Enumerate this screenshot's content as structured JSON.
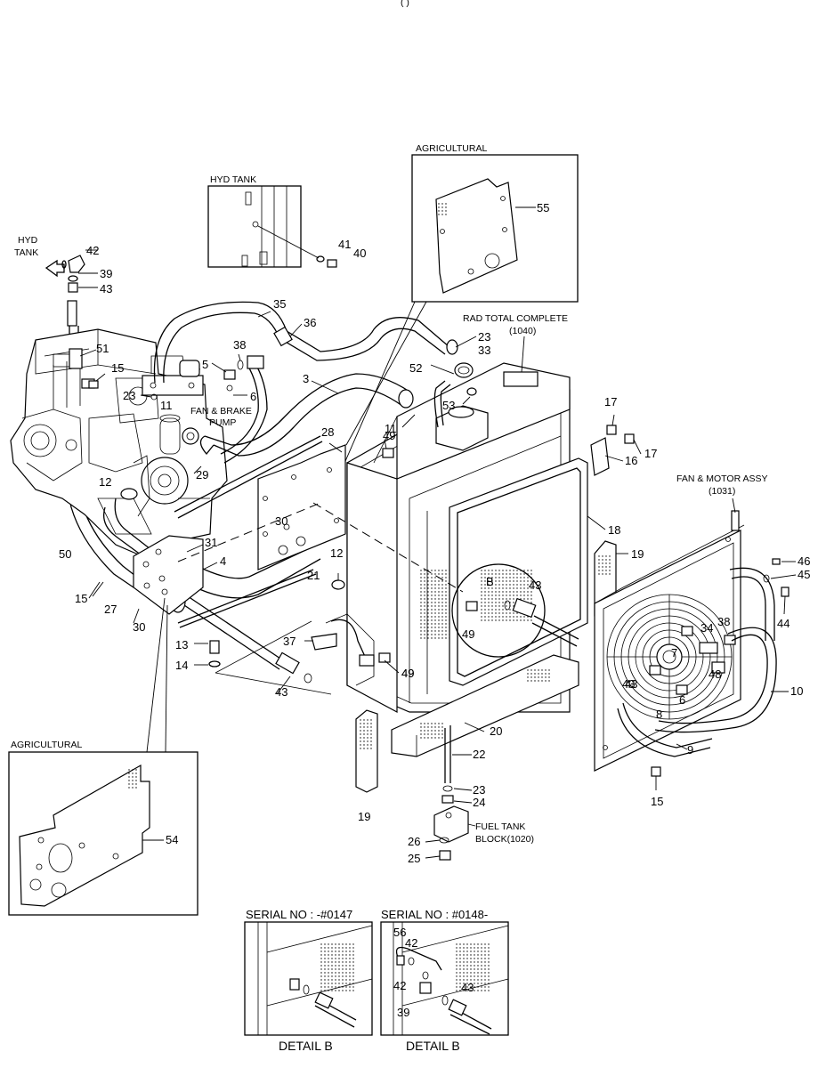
{
  "top_title_fragment": "(                                                  )",
  "boxes": {
    "hyd_tank": "HYD TANK",
    "agricultural_top": "AGRICULTURAL",
    "agricultural_bottom": "AGRICULTURAL"
  },
  "captions": {
    "hyd_tank_arrow_1": "HYD",
    "hyd_tank_arrow_2": "TANK",
    "rad_total_1": "RAD TOTAL COMPLETE",
    "rad_total_2": "(1040)",
    "fan_brake_1": "FAN & BRAKE",
    "fan_brake_2": "PUMP",
    "fan_motor_1": "FAN & MOTOR ASSY",
    "fan_motor_2": "(1031)",
    "fuel_tank_1": "FUEL TANK",
    "fuel_tank_2": "BLOCK(1020)",
    "detail_b_marker": "B"
  },
  "details": {
    "left_serial": "SERIAL NO : -#0147",
    "right_serial": "SERIAL NO : #0148-",
    "left_label": "DETAIL B",
    "right_label": "DETAIL B"
  },
  "callouts": [
    "42",
    "39",
    "43",
    "51",
    "15",
    "23",
    "5",
    "38",
    "6",
    "35",
    "36",
    "3",
    "11",
    "29",
    "12",
    "50",
    "15",
    "27",
    "30",
    "31",
    "4",
    "13",
    "14",
    "43",
    "28",
    "30",
    "21",
    "12",
    "37",
    "49",
    "41",
    "40",
    "55",
    "23",
    "33",
    "52",
    "53",
    "11",
    "49",
    "17",
    "17",
    "16",
    "18",
    "19",
    "43",
    "49",
    "49",
    "43",
    "20",
    "22",
    "23",
    "24",
    "26",
    "25",
    "19",
    "46",
    "45",
    "44",
    "34",
    "38",
    "7",
    "48",
    "43",
    "8",
    "6",
    "10",
    "9",
    "15",
    "54",
    "56",
    "42",
    "42",
    "39",
    "43"
  ]
}
